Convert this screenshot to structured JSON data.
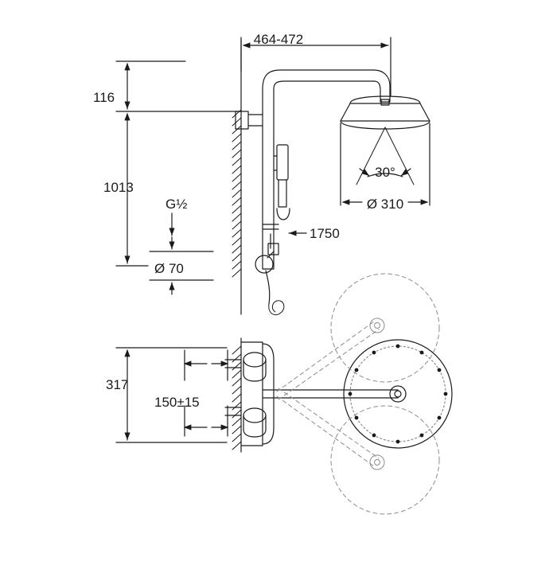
{
  "drawing": {
    "title": "Shower system technical dimension drawing",
    "stroke_color": "#1a1a1a",
    "hidden_line_color": "#8c8c8c",
    "background": "#ffffff",
    "dimensions": {
      "top_width": "464-472",
      "riser_top": "116",
      "riser_height": "1013",
      "inlet_thread": "G½",
      "wall_plate_diameter": "Ø 70",
      "hose_length": "1750",
      "spray_angle": "30°",
      "head_diameter": "Ø 310",
      "lower_height": "317",
      "inlet_spacing": "150±15"
    }
  }
}
